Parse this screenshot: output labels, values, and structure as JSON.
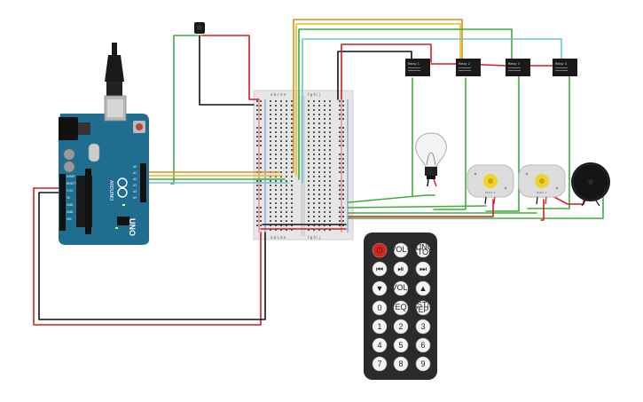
{
  "arduino": {
    "brand": "ARDUINO",
    "model": "UNO",
    "power_labels": [
      "IOREF",
      "RESET",
      "3.3V",
      "5V",
      "GND",
      "GND",
      "VIN"
    ],
    "analog_labels": [
      "A0",
      "A1",
      "A2",
      "A3",
      "A4",
      "A5"
    ]
  },
  "breadboard": {
    "column_letters_left": "a b c d e",
    "column_letters_right": "f g h i j"
  },
  "relays": [
    {
      "label": "Relay 1"
    },
    {
      "label": "Relay 2"
    },
    {
      "label": "Relay 3"
    },
    {
      "label": "Relay 4"
    }
  ],
  "motors": [
    {
      "label": "Motor 1"
    },
    {
      "label": "Motor 2"
    }
  ],
  "remote": {
    "buttons": [
      {
        "label": "⏻",
        "type": "power"
      },
      {
        "label": "VOL+",
        "type": "small"
      },
      {
        "label": "FUNC/ STOP",
        "type": "small"
      },
      {
        "label": "⏮",
        "type": "icon"
      },
      {
        "label": "⏯",
        "type": "icon"
      },
      {
        "label": "⏭",
        "type": "icon"
      },
      {
        "label": "▼",
        "type": "icon"
      },
      {
        "label": "VOL-",
        "type": "small"
      },
      {
        "label": "▲",
        "type": "icon"
      },
      {
        "label": "0",
        "type": "digit"
      },
      {
        "label": "EQ",
        "type": "small"
      },
      {
        "label": "ST/ REPT",
        "type": "small"
      },
      {
        "label": "1",
        "type": "digit"
      },
      {
        "label": "2",
        "type": "digit"
      },
      {
        "label": "3",
        "type": "digit"
      },
      {
        "label": "4",
        "type": "digit"
      },
      {
        "label": "5",
        "type": "digit"
      },
      {
        "label": "6",
        "type": "digit"
      },
      {
        "label": "7",
        "type": "digit"
      },
      {
        "label": "8",
        "type": "digit"
      },
      {
        "label": "9",
        "type": "digit"
      }
    ]
  },
  "colors": {
    "arduino_blue": "#1f6d8f",
    "breadboard": "#e6e6e6",
    "wire_red": "#d21f1f",
    "wire_black": "#111111",
    "wire_green": "#3fae3f",
    "wire_orange": "#e08a1e",
    "wire_yellow": "#e0c020",
    "wire_cyan": "#6cc5d6",
    "remote_body": "#2b2b2b",
    "power_button": "#d9231d"
  }
}
